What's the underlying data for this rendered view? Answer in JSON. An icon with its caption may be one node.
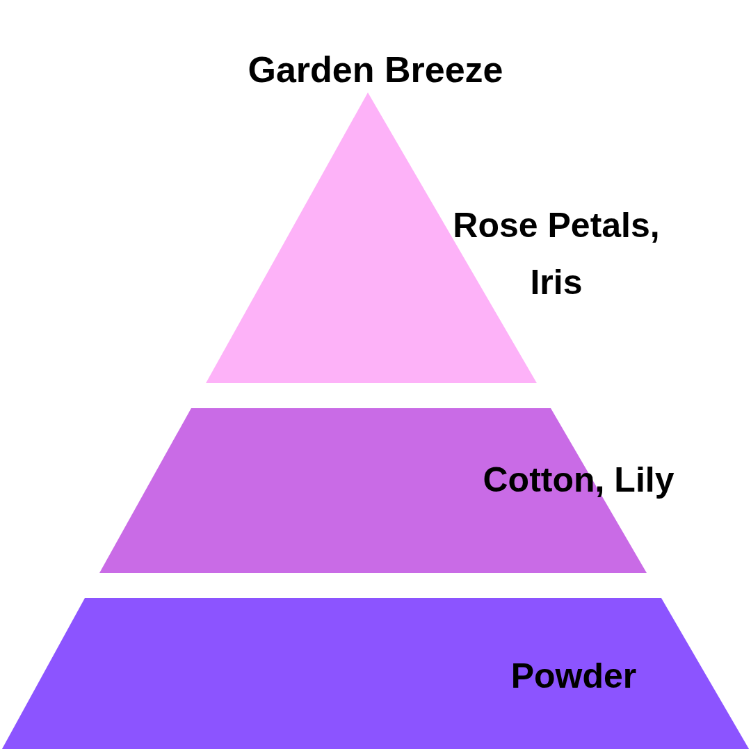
{
  "diagram": {
    "title": "Garden Breeze",
    "nodes": [
      {
        "text": [
          "Rose Petals, Iris"
        ]
      },
      {
        "text": [
          "Cotton, Lily"
        ]
      },
      {
        "text": [
          "Powder"
        ]
      }
    ]
  }
}
